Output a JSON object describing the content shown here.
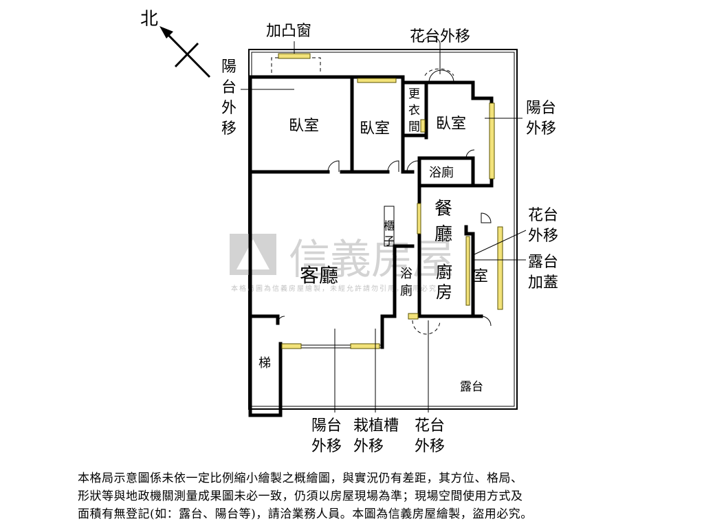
{
  "compass": {
    "north_label": "北"
  },
  "rooms": {
    "bedroom_1": "臥室",
    "bedroom_2": "臥室",
    "bedroom_3": "臥室",
    "dressing_room": [
      "更",
      "衣",
      "間"
    ],
    "bathroom_1": "浴廁",
    "dining_room": [
      "餐",
      "廳"
    ],
    "cabinet": [
      "櫃",
      "子"
    ],
    "living_room": "客廳",
    "bathroom_2": [
      "浴",
      "廁"
    ],
    "kitchen": [
      "廚",
      "房"
    ],
    "room": "室",
    "stairs": "梯",
    "terrace": "露台"
  },
  "callouts": {
    "bay_window": "加凸窗",
    "planter_moved_top": "花台外移",
    "balcony_moved_left": [
      "陽",
      "台",
      "外",
      "移"
    ],
    "balcony_moved_right": [
      "陽台",
      "外移"
    ],
    "planter_moved_right": [
      "花台",
      "外移"
    ],
    "terrace_covered": [
      "露台",
      "加蓋"
    ],
    "balcony_moved_bottom": [
      "陽台",
      "外移"
    ],
    "planting_trough_moved": [
      "栽植槽",
      "外移"
    ],
    "planter_moved_bottom": [
      "花台",
      "外移"
    ]
  },
  "watermark": {
    "brand": "信義房屋",
    "note": "本格局圖為信義房屋繪製，未經允許請勿引用，盜用必究"
  },
  "disclaimer": [
    "本格局示意圖係未依一定比例縮小繪製之概繪圖，與實況仍有差距，其方位、格局、",
    "形狀等與地政機關測量成果圖未必一致，仍須以房屋現場為準；現場空間使用方式及",
    "面積有無登記(如：露台、陽台等)，請洽業務人員。本圖為信義房屋繪製，盜用必究。"
  ]
}
